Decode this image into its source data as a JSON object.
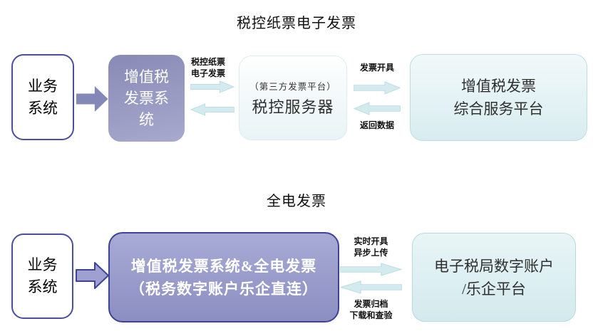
{
  "diagram": {
    "section1": {
      "title": "税控纸票电子发票",
      "business_box": {
        "lines": [
          "业务",
          "系统"
        ]
      },
      "vat_box": {
        "lines": [
          "增值税",
          "发票系",
          "统"
        ]
      },
      "flow1_label": {
        "lines": [
          "税控纸票",
          "电子发票"
        ]
      },
      "server_box": {
        "subtitle": "（第三方发票平台）",
        "title": "税控服务器"
      },
      "flow2_top_label": "发票开具",
      "flow2_bottom_label": "返回数据",
      "platform_box": {
        "lines": [
          "增值税发票",
          "综合服务平台"
        ]
      }
    },
    "section2": {
      "title": "全电发票",
      "business_box": {
        "lines": [
          "业务",
          "系统"
        ]
      },
      "main_box": {
        "lines": [
          "增值税发票系统&全电发票",
          "（税务数字账户乐企直连）"
        ]
      },
      "flow_top_label": {
        "lines": [
          "实时开具",
          "异步上传"
        ]
      },
      "flow_bottom_label": {
        "lines": [
          "发票归档",
          "下载和查验"
        ]
      },
      "bureau_box": {
        "lines": [
          "电子税局数字账户",
          "/乐企平台"
        ]
      }
    },
    "colors": {
      "purple_box_fill": "#9598c1",
      "purple_box_light": "#a7a9cd",
      "purple_dark_border": "#3f4397",
      "white_box_border": "#4a4e9d",
      "blue_arrow_fill": "#d3eaef",
      "blue_arrow_edge": "#b9dde4",
      "cyan_box_fill": "#d8ecf0",
      "cyan_box_border": "#bedde3",
      "text_dark": "#111111",
      "text_white": "#ffffff"
    }
  }
}
